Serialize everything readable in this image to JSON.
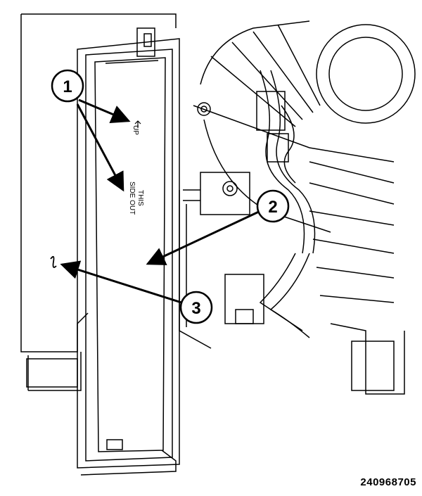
{
  "diagram": {
    "callouts": [
      {
        "number": "1"
      },
      {
        "number": "2"
      },
      {
        "number": "3"
      }
    ],
    "filter_markings": {
      "up": "UP",
      "this": "THIS",
      "side_out": "SIDE OUT"
    },
    "figure_id": "240968705",
    "colors": {
      "line": "#000000",
      "background": "#ffffff"
    }
  }
}
